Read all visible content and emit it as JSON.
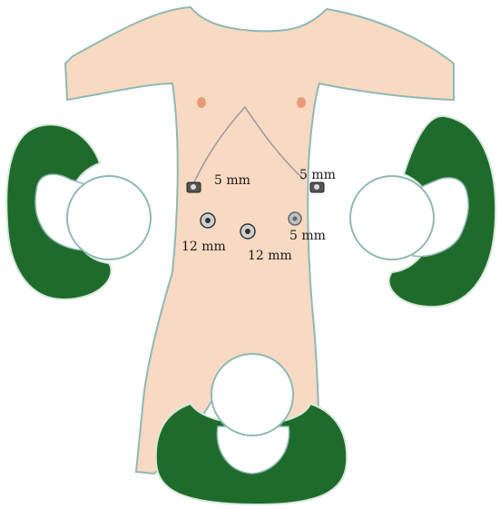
{
  "colors": {
    "skin": "#f8d9c2",
    "skin_outline": "#8fb8b4",
    "surgeon_gown": "#1f6b2c",
    "cap": "#ffffff",
    "nipple": "#e89a78",
    "port_metal": "#a9a9a9"
  },
  "ports": [
    {
      "id": "port-right-upper",
      "size_label": "5 mm",
      "type": "5mm"
    },
    {
      "id": "port-left-upper",
      "size_label": "5 mm",
      "type": "5mm"
    },
    {
      "id": "port-right-lower",
      "size_label": "12 mm",
      "type": "12mm"
    },
    {
      "id": "port-umbilical",
      "size_label": "12 mm",
      "type": "12mm"
    },
    {
      "id": "port-left-lower",
      "size_label": "5 mm",
      "type": "5mm"
    }
  ],
  "team": [
    {
      "id": "surgeon-left",
      "icon": "surgeon-top-view-icon"
    },
    {
      "id": "surgeon-right",
      "icon": "surgeon-top-view-icon"
    },
    {
      "id": "surgeon-bottom",
      "icon": "surgeon-top-view-icon"
    }
  ]
}
